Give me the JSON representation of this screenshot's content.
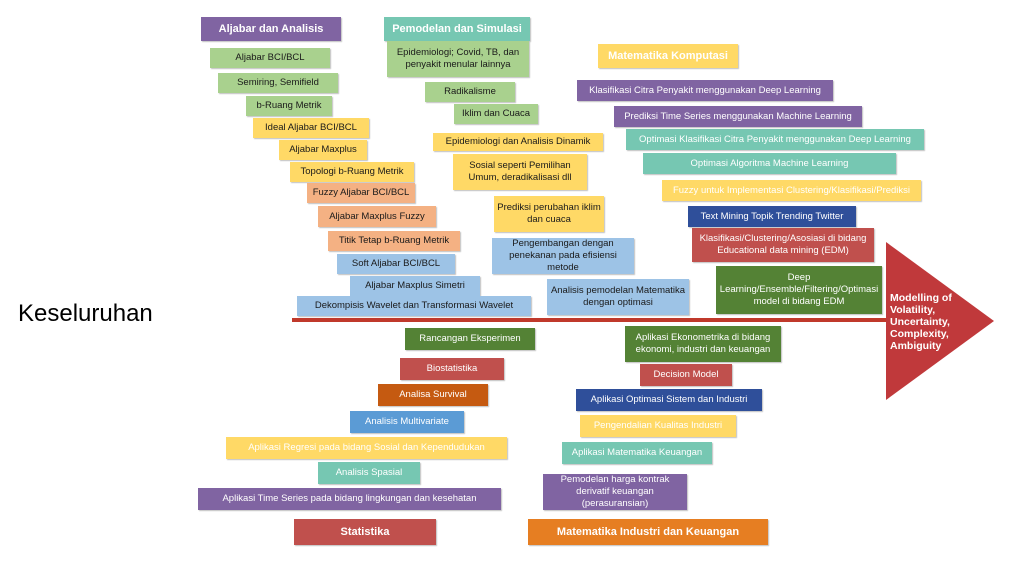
{
  "side_label": "Keseluruhan",
  "head": "Modelling of Volatility, Uncertainty, Complexity, Ambiguity",
  "categories": {
    "aljabar": "Aljabar dan Analisis",
    "pemodelan": "Pemodelan dan Simulasi",
    "komputasi": "Matematika Komputasi",
    "statistika": "Statistika",
    "industri": "Matematika Industri dan Keuangan"
  },
  "aljabar_items": [
    "Aljabar BCI/BCL",
    "Semiring, Semifield",
    "b-Ruang Metrik",
    "Ideal Aljabar BCI/BCL",
    "Aljabar Maxplus",
    "Topologi b-Ruang Metrik",
    "Fuzzy Aljabar BCI/BCL",
    "Aljabar Maxplus Fuzzy",
    "Titik Tetap b-Ruang Metrik",
    "Soft Aljabar BCI/BCL",
    "Aljabar Maxplus Simetri",
    "Dekompisis Wavelet dan Transformasi Wavelet"
  ],
  "pemodelan_items": [
    "Epidemiologi; Covid, TB, dan penyakit menular lainnya",
    "Radikalisme",
    "Iklim dan Cuaca",
    "Epidemiologi dan Analisis Dinamik",
    "Sosial seperti Pemilihan Umum, deradikalisasi dll",
    "Prediksi perubahan iklim dan cuaca",
    "Pengembangan dengan penekanan pada efisiensi metode",
    "Analisis pemodelan Matematika dengan optimasi"
  ],
  "komputasi_items": [
    "Klasifikasi Citra Penyakit menggunakan Deep Learning",
    "Prediksi Time Series menggunakan Machine Learning",
    "Optimasi Klasifikasi Citra Penyakit menggunakan Deep Learning",
    "Optimasi Algoritma Machine Learning",
    "Fuzzy untuk Implementasi Clustering/Klasifikasi/Prediksi",
    "Text Mining Topik Trending Twitter",
    "Klasifikasi/Clustering/Asosiasi di bidang Educational data mining (EDM)",
    "Deep Learning/Ensemble/Filtering/Optimasi model di bidang EDM"
  ],
  "statistika_items": [
    "Rancangan Eksperimen",
    "Biostatistika",
    "Analisa Survival",
    "Analisis Multivariate",
    "Aplikasi Regresi pada bidang Sosial dan Kependudukan",
    "Analisis Spasial",
    "Aplikasi Time Series pada bidang lingkungan dan kesehatan"
  ],
  "industri_items": [
    "Aplikasi Ekonometrika di bidang ekonomi, industri dan keuangan",
    "Decision Model",
    "Aplikasi Optimasi Sistem dan Industri",
    "Pengendalian Kualitas Industri",
    "Aplikasi Matematika Keuangan",
    "Pemodelan harga kontrak derivatif keuangan (perasuransian)"
  ]
}
